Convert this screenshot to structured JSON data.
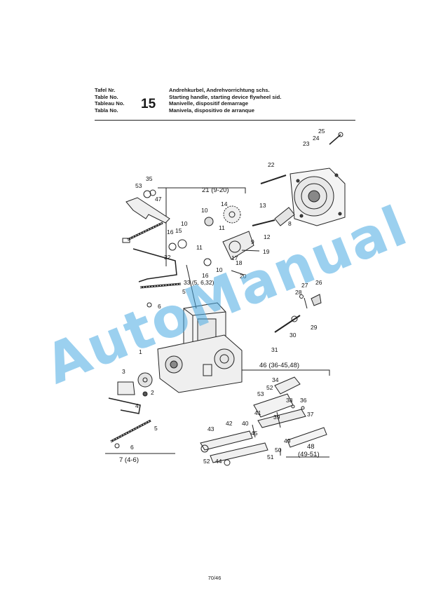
{
  "header": {
    "labels": [
      "Tafel Nr.",
      "Table No.",
      "Tableau No.",
      "Tabla No."
    ],
    "table_number": "15",
    "titles": [
      "Andrehkurbel, Andrehvorrichtung schs.",
      "Starting handle, starting device flywheel sid.",
      "Manivelle, dispositif demarrage",
      "Manivela, dispositivo de arranque"
    ]
  },
  "callouts": {
    "c1": "1",
    "c2": "2",
    "c3": "3",
    "c4": "4",
    "c5": "5",
    "c5b": "5",
    "c6": "6",
    "c6b": "6",
    "c7": "7 (4-6)",
    "c8": "8",
    "c9": "9",
    "c10": "10",
    "c10b": "10",
    "c10c": "10",
    "c11": "11",
    "c11b": "11",
    "c12": "12",
    "c13": "13",
    "c14": "14",
    "c15": "15",
    "c16": "16",
    "c16b": "16",
    "c17": "17",
    "c18": "18",
    "c19": "19",
    "c20": "20",
    "c21": "21 (9-20)",
    "c22": "22",
    "c23": "23",
    "c24": "24",
    "c25": "25",
    "c26": "26",
    "c27": "27",
    "c28": "28",
    "c29": "29",
    "c30": "30",
    "c31": "31",
    "c32": "32",
    "c33": "33 (5, 6,32)",
    "c34": "34",
    "c35": "35",
    "c36": "36",
    "c37": "37",
    "c38": "38",
    "c39": "39",
    "c40": "40",
    "c41": "41",
    "c42": "42",
    "c43": "43",
    "c44": "44",
    "c45": "45",
    "c46": "46 (36-45,48)",
    "c47": "47",
    "c48": "48",
    "c48r": "(49-51)",
    "c49": "49",
    "c50": "50",
    "c51": "51",
    "c52": "52",
    "c52b": "52",
    "c53": "53",
    "c53b": "53"
  },
  "watermark": "AutoManual",
  "footer": {
    "page": "70/46"
  }
}
